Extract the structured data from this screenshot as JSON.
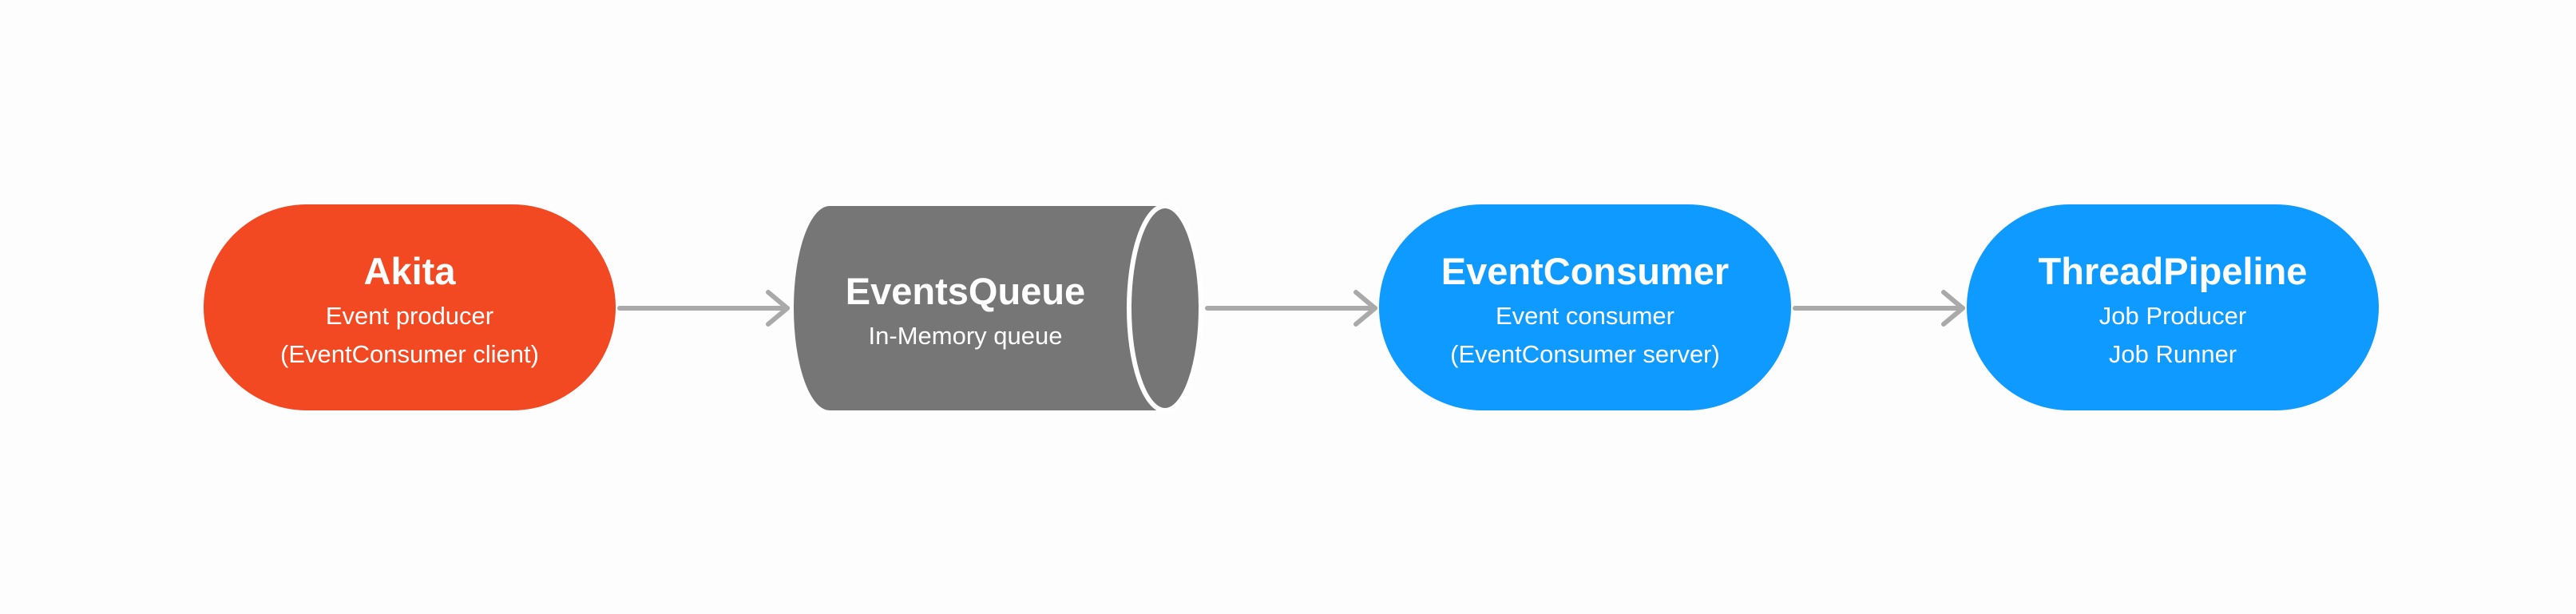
{
  "colors": {
    "producer": "#f24922",
    "queue": "#767676",
    "consumer": "#0f9aff",
    "pipeline": "#0f9aff",
    "arrow": "#a9a9a9",
    "text": "#ffffff"
  },
  "nodes": {
    "akita": {
      "title": "Akita",
      "line1": "Event producer",
      "line2": "(EventConsumer client)"
    },
    "events_queue": {
      "title": "EventsQueue",
      "line1": "In-Memory queue"
    },
    "event_consumer": {
      "title": "EventConsumer",
      "line1": "Event consumer",
      "line2": "(EventConsumer server)"
    },
    "thread_pipeline": {
      "title": "ThreadPipeline",
      "line1": "Job Producer",
      "line2": "Job Runner"
    }
  },
  "edges": [
    {
      "from": "akita",
      "to": "events_queue"
    },
    {
      "from": "events_queue",
      "to": "event_consumer"
    },
    {
      "from": "event_consumer",
      "to": "thread_pipeline"
    }
  ]
}
